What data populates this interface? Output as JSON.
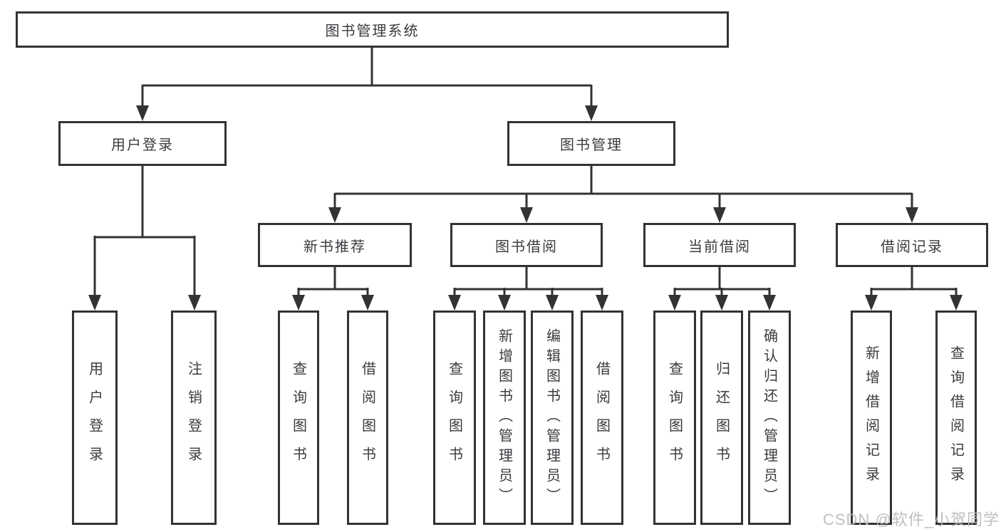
{
  "diagram": {
    "root": {
      "label": "图书管理系统"
    },
    "branches": [
      {
        "label": "用户登录",
        "leaves": [
          {
            "label": "用户登录"
          },
          {
            "label": "注销登录"
          }
        ]
      },
      {
        "label": "图书管理",
        "groups": [
          {
            "label": "新书推荐",
            "leaves": [
              {
                "label": "查询图书"
              },
              {
                "label": "借阅图书"
              }
            ]
          },
          {
            "label": "图书借阅",
            "leaves": [
              {
                "label": "查询图书"
              },
              {
                "label": "新增图书（管理员）"
              },
              {
                "label": "编辑图书（管理员）"
              },
              {
                "label": "借阅图书"
              }
            ]
          },
          {
            "label": "当前借阅",
            "leaves": [
              {
                "label": "查询图书"
              },
              {
                "label": "归还图书"
              },
              {
                "label": "确认归还（管理员）"
              }
            ]
          },
          {
            "label": "借阅记录",
            "leaves": [
              {
                "label": "新增借阅记录"
              },
              {
                "label": "查询借阅记录"
              }
            ]
          }
        ]
      }
    ]
  },
  "watermark": {
    "text": "CSDN @软件_小贺同学"
  },
  "colors": {
    "line": "#333333",
    "box_border": "#333333",
    "text": "#3b3b40",
    "background": "#ffffff",
    "watermark": "#bcbcc0"
  }
}
